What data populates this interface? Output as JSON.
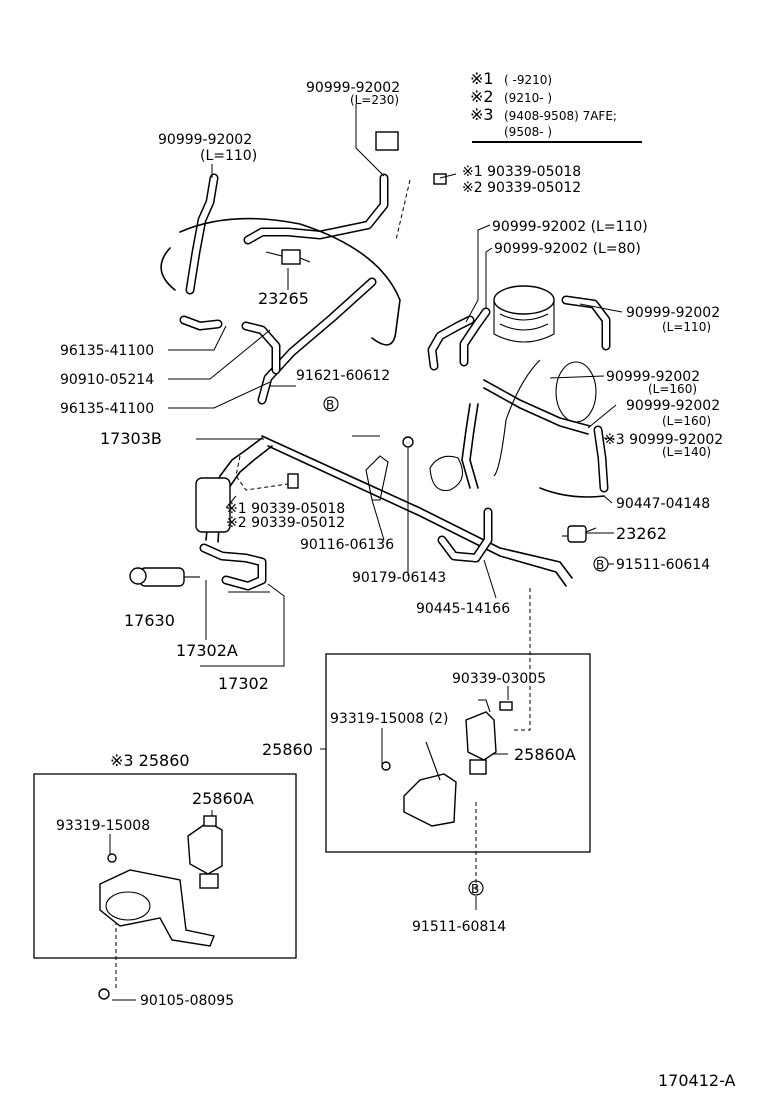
{
  "legend": {
    "rows": [
      {
        "mark": "※1",
        "text": "(        -9210)"
      },
      {
        "mark": "※2",
        "text": "(9210-        )"
      },
      {
        "mark": "※3",
        "text": "(9408-9508) 7AFE;"
      },
      {
        "mark": "",
        "text": "(9508-        )"
      }
    ]
  },
  "labels": {
    "p1": "90999-92002",
    "p1_len": "(L=230)",
    "p2": "90999-92002",
    "p2_len": "(L=110)",
    "p3a": "※1 90339-05018",
    "p3b": "※2 90339-05012",
    "p4": "90999-92002 (L=110)",
    "p5": "90999-92002 (L=80)",
    "p6": "23265",
    "p7": "90999-92002",
    "p7_len": "(L=110)",
    "p8": "96135-41100",
    "p9": "90910-05214",
    "p10": "91621-60612",
    "p11": "96135-41100",
    "p12": "90999-92002",
    "p12_len": "(L=160)",
    "p13": "90999-92002",
    "p13_len": "(L=160)",
    "p14": "17303B",
    "p15": "※3 90999-92002",
    "p15_len": "(L=140)",
    "p16a": "※1 90339-05018",
    "p16b": "※2 90339-05012",
    "p17": "90447-04148",
    "p18": "23262",
    "p19": "90116-06136",
    "p20": "91511-60614",
    "p21": "90179-06143",
    "p22": "17630",
    "p23": "90445-14166",
    "p24": "17302A",
    "p25": "17302",
    "p26": "90339-03005",
    "p27": "93319-15008 (2)",
    "p28": "25860",
    "p29": "25860A",
    "p30": "※3 25860",
    "p31": "25860A",
    "p32": "93319-15008",
    "p33": "91511-60814",
    "p34": "90105-08095",
    "bmark": "B",
    "diagram_id": "170412-A"
  }
}
